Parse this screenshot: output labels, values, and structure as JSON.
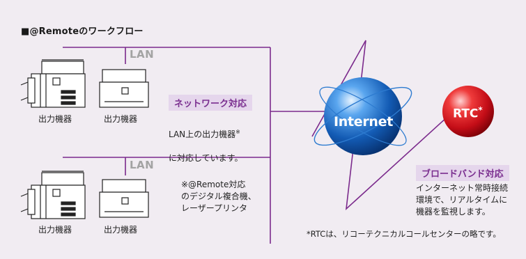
{
  "title": "■@Remoteのワークフロー",
  "lan_label_1": "LAN",
  "lan_label_2": "LAN",
  "devices": {
    "top_large": "出力機器",
    "top_small": "出力機器",
    "bottom_large": "出力機器",
    "bottom_small": "出力機器"
  },
  "network": {
    "badge": "ネットワーク対応",
    "line1": "LAN上の出力機器",
    "line1_mark": "※",
    "line2": "に対応しています。"
  },
  "remote_note": {
    "text": "※@Remote対応\nのデジタル複合機、\nレーザープリンタ"
  },
  "internet": {
    "label": "Internet"
  },
  "rtc": {
    "label": "RTC",
    "mark": "*"
  },
  "broadband": {
    "badge": "ブロードバンド対応",
    "text": "インターネット常時接続\n環境で、リアルタイムに\n機器を監視します。"
  },
  "footnote": "*RTCは、リコーテクニカルコールセンターの略です。",
  "colors": {
    "background": "#f1ecf2",
    "line": "#7b2a8c",
    "badge_bg": "#e5d6ec",
    "badge_text": "#7a2e8f",
    "globe": "#1b63b8",
    "rtc": "#d0121c"
  }
}
